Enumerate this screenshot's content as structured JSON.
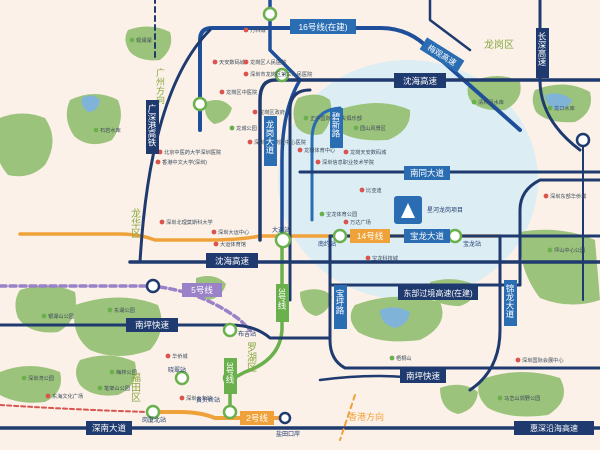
{
  "colors": {
    "background": "#fbf1e8",
    "highway": "#1f3a6e",
    "metro_dark": "#1f4f9a",
    "metro_cyan": "#6fc3e8",
    "metro_orange": "#f0a23a",
    "metro_purple": "#9b82c8",
    "metro_green": "#6ab04c",
    "park_green": "#9cc37b",
    "water": "#7fb4d8",
    "halo": "#d5ecf5",
    "poi_red": "#d9534f",
    "label_box": "#2a6db3",
    "region_text": "#8aa843"
  },
  "regions": {
    "guangzhou_dir": "广州方向",
    "longgang": "龙岗区",
    "longhua": "龙华区",
    "luohu": "罗湖区",
    "futian": "福田区",
    "hongkong_dir": "香港方向"
  },
  "roads": {
    "yanhai_top": "沈海高速",
    "yanhai_mid": "沈海高速",
    "guangshen": "广深港高铁",
    "changshen": "长深高速",
    "meiguan": "梅观高速",
    "longgang_ave": "龙岗大道",
    "bixin": "碧新路",
    "nantong": "南同大道",
    "baolong": "宝龙大道",
    "dongbu": "东部过境高速(在建)",
    "jinlong": "锦龙大道",
    "baoping": "宝坪路",
    "nanping_kuaisu": "南坪快速",
    "nanping_kuaisu_2": "南坪快速",
    "shennan": "深南大道",
    "huishen": "惠深沿海高速"
  },
  "metro_lines": {
    "line16": "16号线(在建)",
    "line14": "14号线",
    "line5": "5号线",
    "line3": "3号线",
    "line2": "2号线"
  },
  "stations": {
    "baolong": "宝龙站",
    "nanlian": "南联站",
    "nanyue": "南约站",
    "dayun": "大运站",
    "yantian": "盐田口岸",
    "buji": "布吉站",
    "huangbeiling": "黄贝岭站",
    "xiaojiaoxi": "晓翠站",
    "shangshuijing": "上水径站",
    "gangyu": "岗厦北站",
    "longgang_hub": "龙岗中心城"
  },
  "project": {
    "name": "星河龙岗项目",
    "icon": "building-marker-icon"
  },
  "pois": [
    {
      "name": "天安数码城",
      "tone": "red"
    },
    {
      "name": "万科城",
      "tone": "red"
    },
    {
      "name": "龙岗区人民医院",
      "tone": "red"
    },
    {
      "name": "深圳市龙岗区第三人民医院",
      "tone": "red"
    },
    {
      "name": "龙岗区中医院",
      "tone": "red"
    },
    {
      "name": "龙城公园",
      "tone": "green"
    },
    {
      "name": "正中国际高尔夫俱乐部",
      "tone": "green"
    },
    {
      "name": "龙岗体育中心",
      "tone": "red"
    },
    {
      "name": "深圳市龙岗区中心医院",
      "tone": "red"
    },
    {
      "name": "龙岗区政府",
      "tone": "red"
    },
    {
      "name": "深圳大运中心",
      "tone": "red"
    },
    {
      "name": "大运体育馆",
      "tone": "red"
    },
    {
      "name": "香港中文大学(深圳)",
      "tone": "red"
    },
    {
      "name": "北京中医药大学深圳医院",
      "tone": "red"
    },
    {
      "name": "深圳北理莫斯科大学",
      "tone": "red"
    },
    {
      "name": "深圳信息职业技术学院",
      "tone": "red"
    },
    {
      "name": "龙岗天安数码城",
      "tone": "red"
    },
    {
      "name": "万达广场",
      "tone": "red"
    },
    {
      "name": "宝龙体育公园",
      "tone": "green"
    },
    {
      "name": "宝龙科技城",
      "tone": "red"
    },
    {
      "name": "比亚迪",
      "tone": "red"
    },
    {
      "name": "清林径水库",
      "tone": "green"
    },
    {
      "name": "园山风景区",
      "tone": "green"
    },
    {
      "name": "梧桐山",
      "tone": "green"
    },
    {
      "name": "龙口水库",
      "tone": "green"
    },
    {
      "name": "深圳东部华侨城",
      "tone": "red"
    },
    {
      "name": "坪山中心公园",
      "tone": "green"
    },
    {
      "name": "马峦山郊野公园",
      "tone": "green"
    },
    {
      "name": "深圳国际会展中心",
      "tone": "red"
    },
    {
      "name": "石岩水库",
      "tone": "green"
    },
    {
      "name": "观澜湖",
      "tone": "green"
    },
    {
      "name": "梅林公园",
      "tone": "green"
    },
    {
      "name": "银湖山公园",
      "tone": "green"
    },
    {
      "name": "深圳湾公园",
      "tone": "green"
    },
    {
      "name": "东湖公园",
      "tone": "green"
    },
    {
      "name": "笔架山公园",
      "tone": "green"
    },
    {
      "name": "深圳火车站",
      "tone": "red"
    },
    {
      "name": "华侨城",
      "tone": "red"
    },
    {
      "name": "东海文化广场",
      "tone": "red"
    }
  ]
}
